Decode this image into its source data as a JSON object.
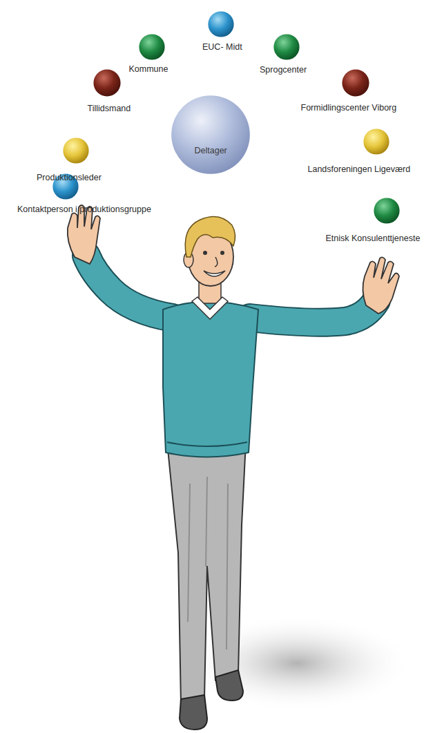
{
  "diagram": {
    "nodes": [
      {
        "text": [
          "Kontaktperson i produktionsgruppe"
        ]
      },
      {
        "text": [
          "Produktionsleder"
        ]
      },
      {
        "text": [
          "Tillidsmand"
        ]
      },
      {
        "text": [
          "Kommune"
        ]
      },
      {
        "text": [
          "EUC- Midt"
        ]
      },
      {
        "text": [
          "Sprogcenter"
        ]
      },
      {
        "text": [
          "Formidlingscenter Viborg"
        ]
      },
      {
        "text": [
          "Landsforeningen Ligeværd"
        ]
      },
      {
        "text": [
          "Etnisk Konsulenttjeneste"
        ]
      },
      {
        "text": [
          "Deltager"
        ]
      }
    ]
  }
}
